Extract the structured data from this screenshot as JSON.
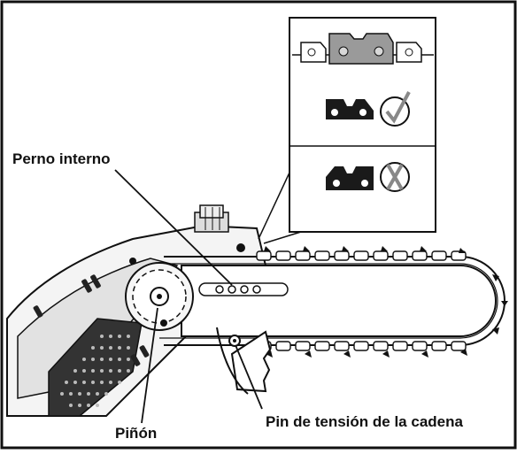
{
  "labels": {
    "perno_interno": "Perno interno",
    "pinon": "Piñón",
    "pin_tension": "Pin de tensión de la cadena"
  },
  "inset": {
    "correct_icon": "check-icon",
    "incorrect_icon": "cross-icon"
  },
  "colors": {
    "line": "#111111",
    "grey_fill": "#9a9a9a",
    "light_grey": "#d8d8d8",
    "dark": "#1a1a1a"
  }
}
